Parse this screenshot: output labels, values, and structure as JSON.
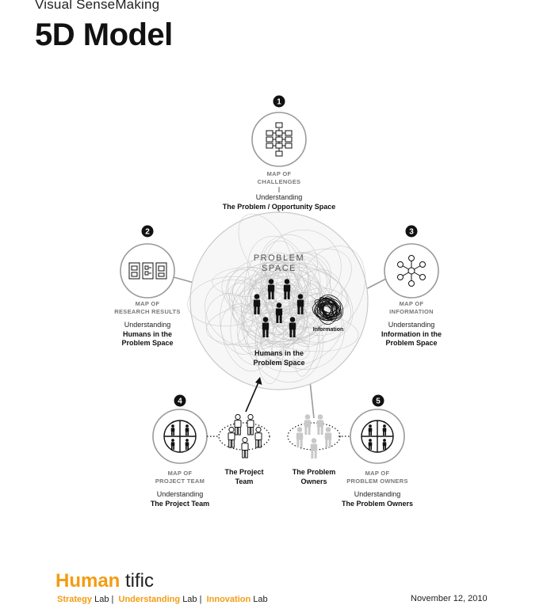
{
  "header": {
    "supertitle": "Visual SenseMaking",
    "title": "5D Model"
  },
  "center": {
    "space_line1": "PROBLEM",
    "space_line2": "SPACE",
    "information_label": "Information",
    "humans_line1": "Humans in the",
    "humans_line2": "Problem Space"
  },
  "nodes": [
    {
      "number": "1",
      "kicker1": "MAP OF",
      "kicker2": "CHALLENGES",
      "understanding": "Understanding",
      "bold1": "The Problem / Opportunity Space",
      "bold2": "",
      "icon": "flowchart-icon"
    },
    {
      "number": "2",
      "kicker1": "MAP OF",
      "kicker2": "RESEARCH RESULTS",
      "understanding": "Understanding",
      "bold1": "Humans in the",
      "bold2": "Problem Space",
      "icon": "research-cards-icon"
    },
    {
      "number": "3",
      "kicker1": "MAP OF",
      "kicker2": "INFORMATION",
      "understanding": "Understanding",
      "bold1": "Information in the",
      "bold2": "Problem Space",
      "icon": "network-icon"
    },
    {
      "number": "4",
      "kicker1": "MAP OF",
      "kicker2": "PROJECT TEAM",
      "understanding": "Understanding",
      "bold1": "The Project Team",
      "bold2": "",
      "icon": "team-quadrant-icon"
    },
    {
      "number": "5",
      "kicker1": "MAP OF",
      "kicker2": "PROBLEM OWNERS",
      "understanding": "Understanding",
      "bold1": "The Problem Owners",
      "bold2": "",
      "icon": "owners-quadrant-icon"
    }
  ],
  "groups": {
    "team_line1": "The Project",
    "team_line2": "Team",
    "owners_line1": "The Problem",
    "owners_line2": "Owners"
  },
  "footer": {
    "brand_bold": "Human",
    "brand_rest": "tific",
    "lab1_bold": "Strategy",
    "lab1_rest": "Lab |",
    "lab2_bold": "Understanding",
    "lab2_rest": "Lab |",
    "lab3_bold": "Innovation",
    "lab3_rest": "Lab",
    "date": "November 12, 2010"
  },
  "colors": {
    "accent": "#f39c12",
    "ink": "#111111",
    "ring": "#9a9a9a",
    "muted_people": "#c8c8c8"
  }
}
